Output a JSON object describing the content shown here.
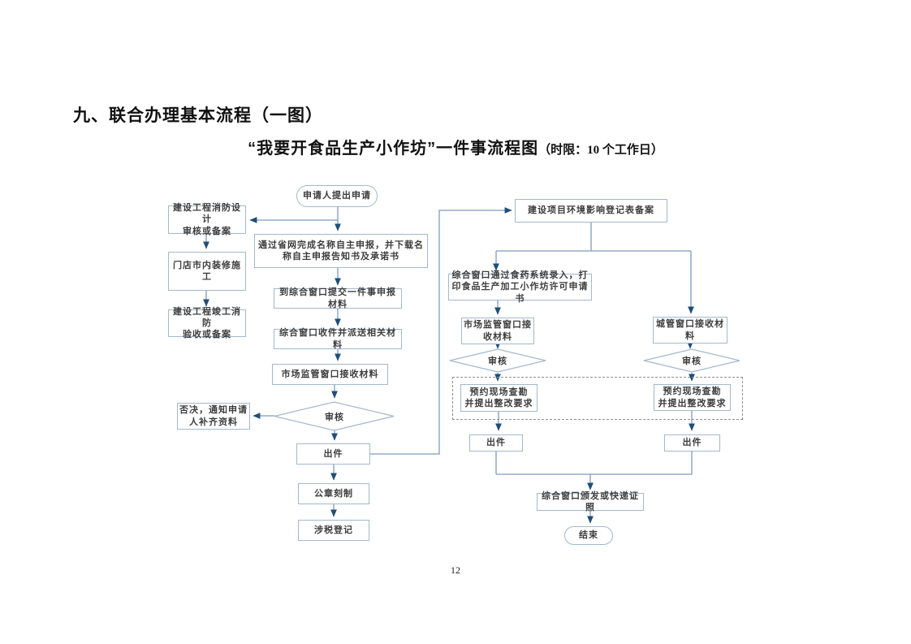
{
  "page": {
    "heading": "九、联合办理基本流程（一图）",
    "subtitle_main": "“我要开食品生产小作坊”一件事流程图",
    "subtitle_note": "（时限：10 个工作日）",
    "page_number": "12"
  },
  "flowchart": {
    "nodes": {
      "start": "申请人提出申请",
      "fire_design_review": "建设工程消防设计\n审核或备案",
      "shop_decoration": "门店市内装修施工",
      "fire_acceptance": "建设工程竣工消防\n验收或备案",
      "online_name_declaration": "通过省网完成名称自主申报，并下载名\n称自主申报告知书及承诺书",
      "submit_one_matter_materials": "到综合窗口提交一件事申报材料",
      "window_receive_dispatch": "综合窗口收件并派送相关材料",
      "market_window_receive_1": "市场监管窗口接收材料",
      "review_1": "审核",
      "reject_notify": "否决，通知申请\n人补齐资料",
      "issue_1": "出件",
      "seal_engraving": "公章刻制",
      "tax_registration": "涉税登记",
      "env_impact_registration": "建设项目环境影响登记表备案",
      "food_drug_system_entry": "综合窗口通过食药系统录入，打\n印食品生产加工小作坊许可申请书",
      "market_window_receive_2": "市场监管窗口接\n收材料",
      "review_2": "审核",
      "urban_window_receive": "城管窗口接收材\n料",
      "review_3": "审核",
      "site_survey_1": "预约现场查勘\n并提出整改要求",
      "site_survey_2": "预约现场查勘\n并提出整改要求",
      "issue_2": "出件",
      "issue_3": "出件",
      "license_delivery": "综合窗口颁发或快递证照",
      "end": "结束"
    },
    "colors": {
      "connector_line": "#7e9cbd",
      "arrowhead": "#1f4e79",
      "node_border": "#a3b8cd",
      "node_text": "#3d3d3d",
      "dashed_group_border": "#8f8f8f"
    }
  }
}
